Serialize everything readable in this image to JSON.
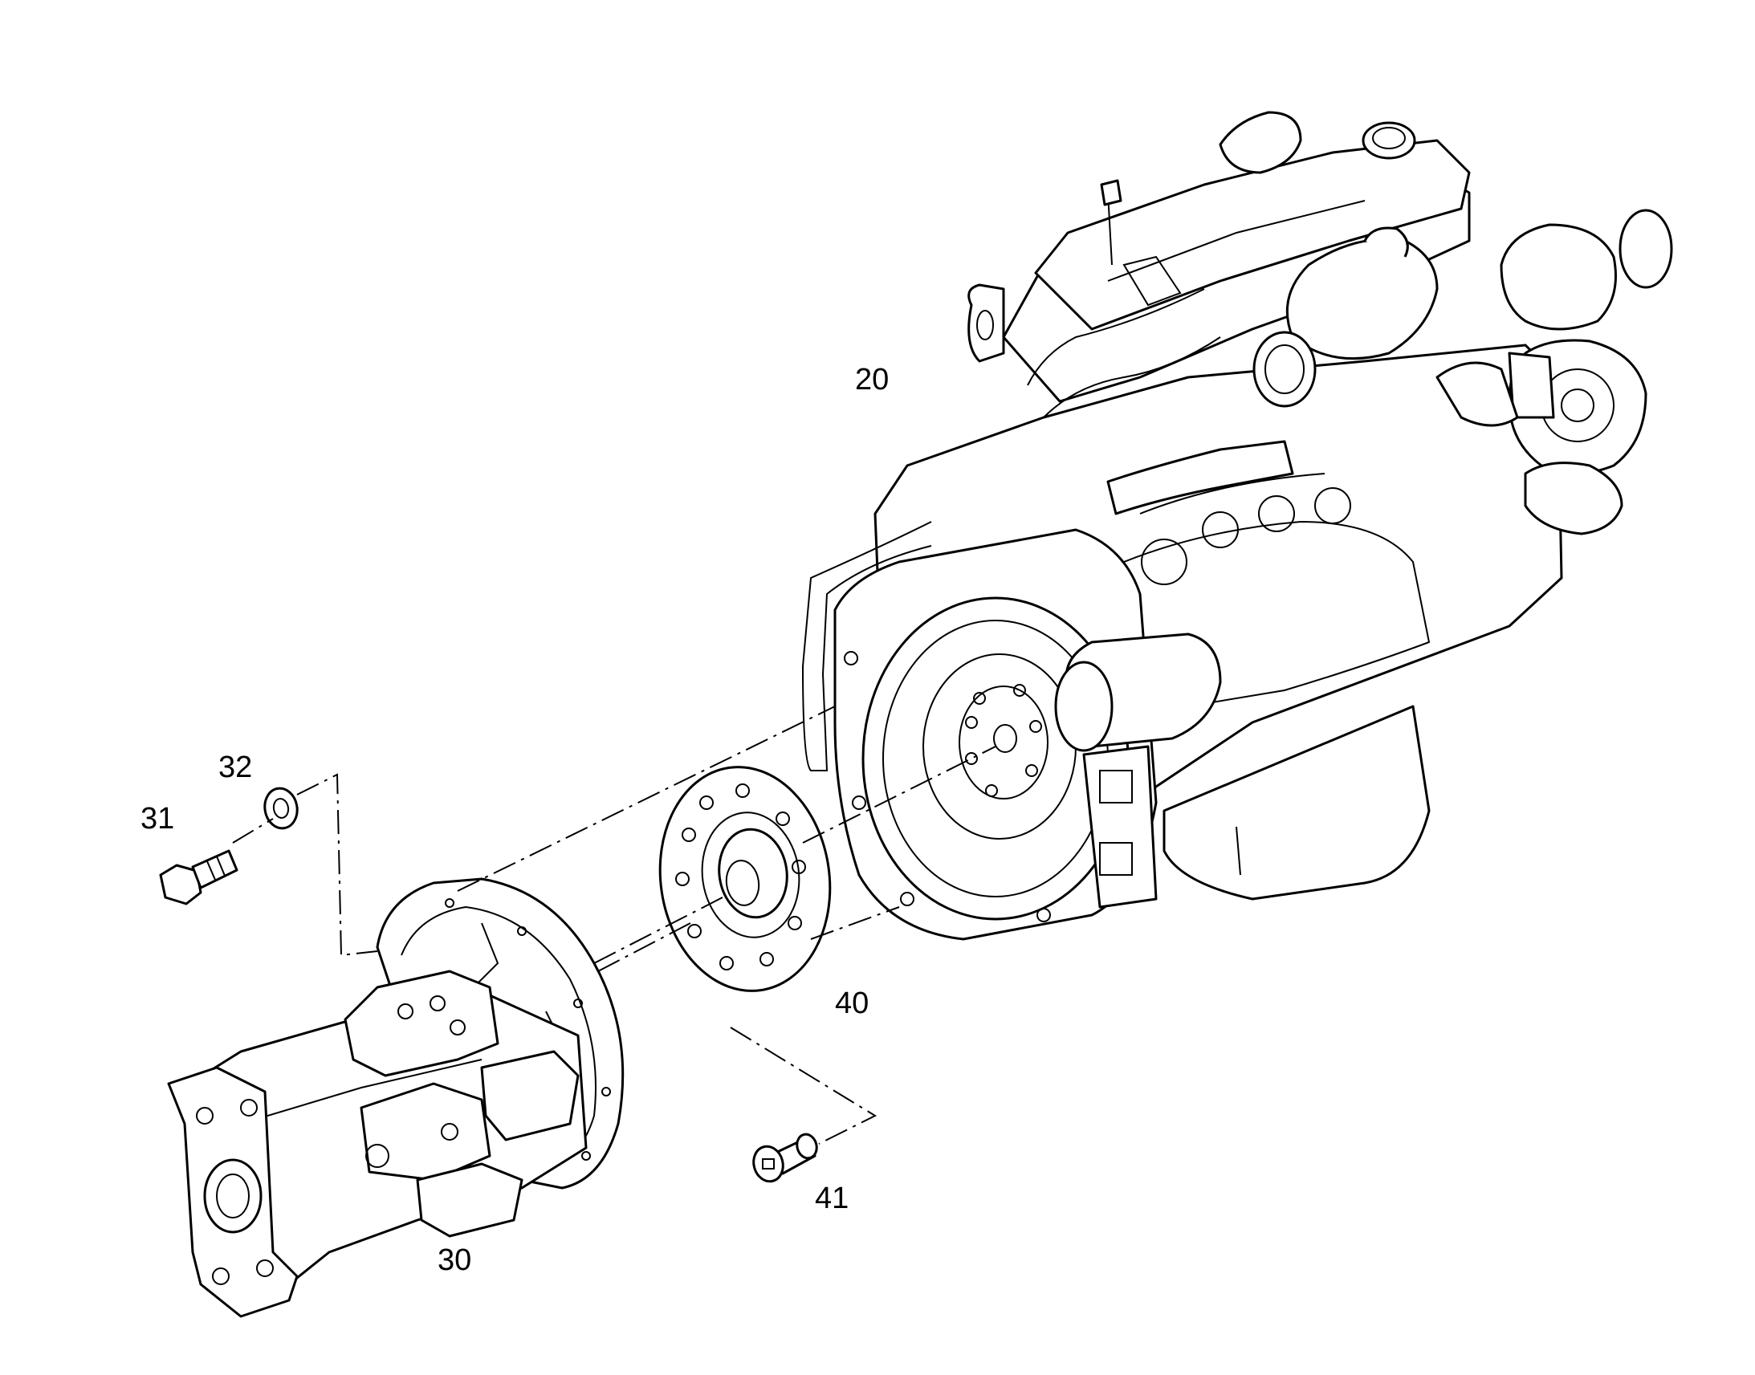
{
  "colors": {
    "line": "#000000",
    "background": "#ffffff"
  },
  "callouts": {
    "c20": "20",
    "c30": "30",
    "c31": "31",
    "c32": "32",
    "c40": "40",
    "c41": "41"
  }
}
